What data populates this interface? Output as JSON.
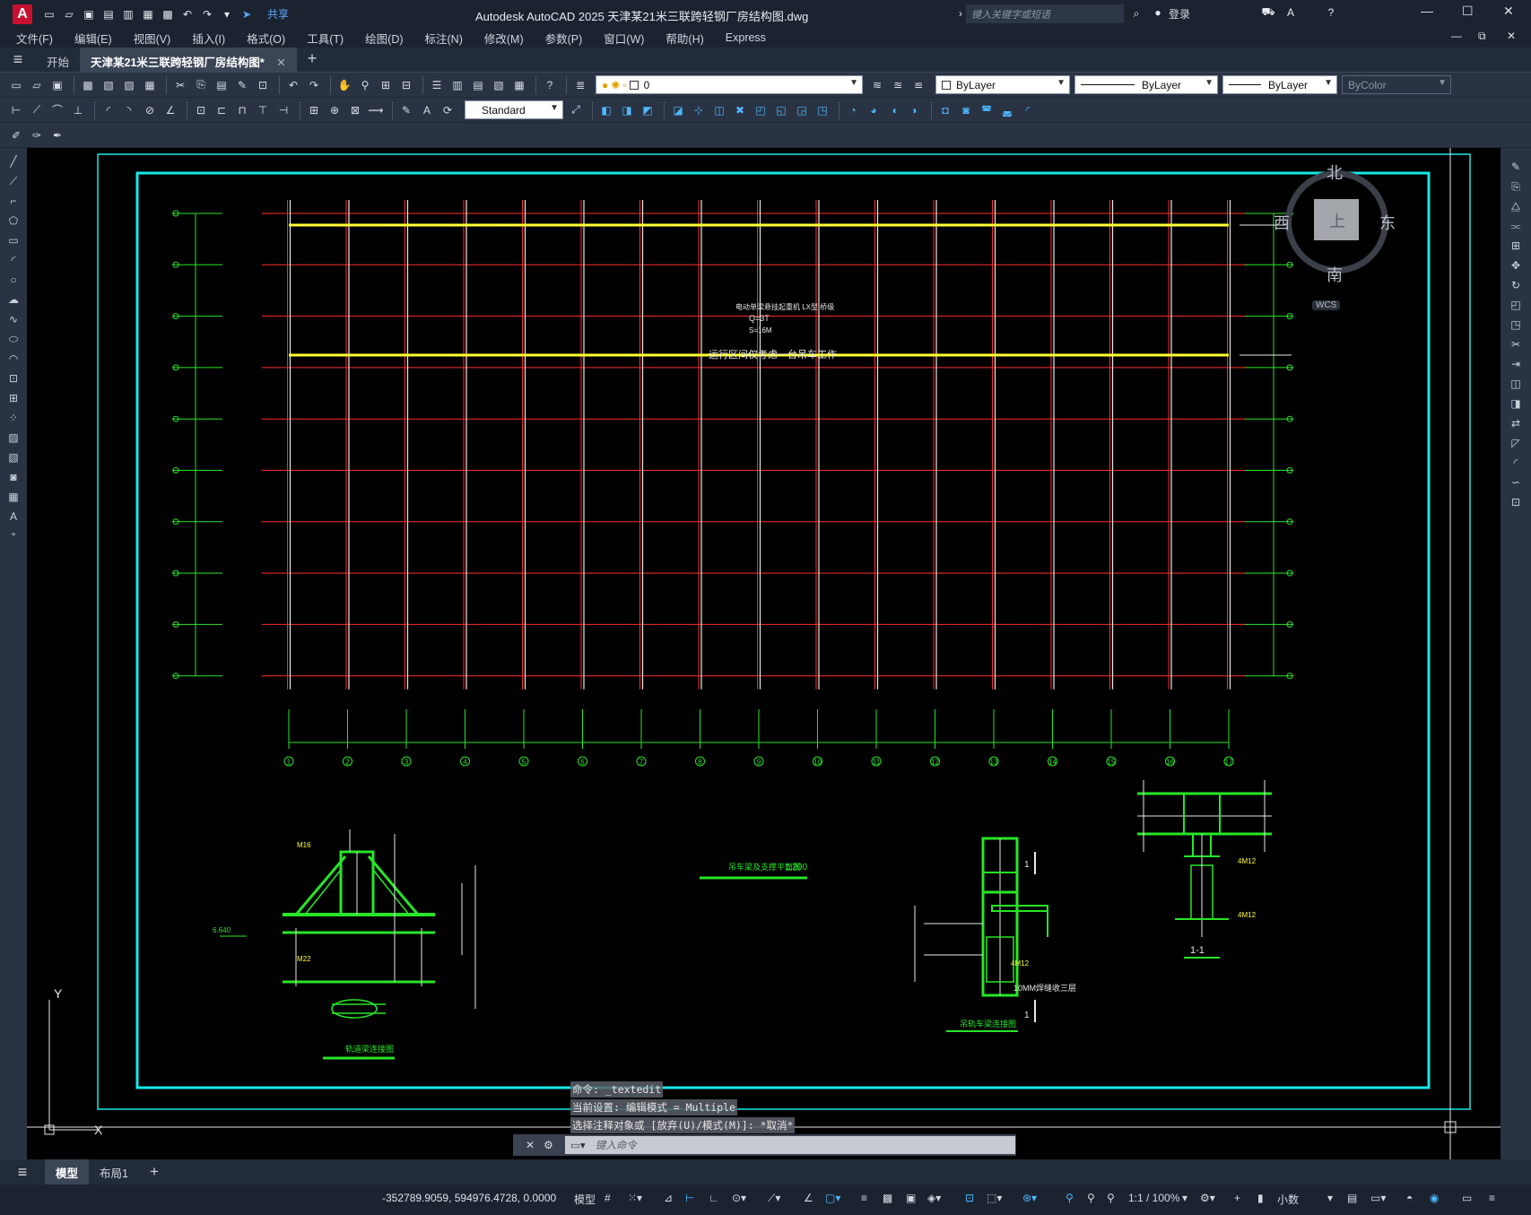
{
  "titlebar": {
    "logo": "A",
    "share_label": "共享",
    "title": "Autodesk AutoCAD 2025    天津某21米三联跨轻钢厂房结构图.dwg",
    "search_placeholder": "键入关键字或短语",
    "login_label": "登录"
  },
  "menu": [
    "文件(F)",
    "编辑(E)",
    "视图(V)",
    "插入(I)",
    "格式(O)",
    "工具(T)",
    "绘图(D)",
    "标注(N)",
    "修改(M)",
    "参数(P)",
    "窗口(W)",
    "帮助(H)",
    "Express"
  ],
  "tabs": {
    "start": "开始",
    "document": "天津某21米三联跨轻钢厂房结构图*"
  },
  "properties": {
    "layer_value": "0",
    "textstyle": "Standard",
    "color": "ByLayer",
    "linetype": "ByLayer",
    "lineweight": "ByLayer",
    "plotstyle": "ByColor"
  },
  "viewcube": {
    "north": "北",
    "south": "南",
    "east": "东",
    "west": "西",
    "top": "上",
    "wcs": "WCS"
  },
  "drawing": {
    "crane_note_1": "电动单梁悬挂起重机 LX型 桥级",
    "crane_note_2": "Q=3T",
    "crane_note_3": "S=16M",
    "crane_note_4": "运行区间仅考虑一台吊车工作",
    "plan_title": "吊车梁及支撑平面图",
    "plan_scale": "1:200",
    "detail_title_1": "轨道梁连接图",
    "detail_title_2": "吊轨车梁连接图",
    "detail_title_3": "1-1",
    "elev_label": "6.640",
    "section_mark": "1",
    "bolt_label_1": "M16",
    "bolt_label_2": "M22",
    "bolt_label_3": "4M12",
    "weld_note": "10MM焊缝收三层",
    "ucs_y": "Y",
    "ucs_x": "X",
    "axis_numbers": [
      "1",
      "2",
      "3",
      "4",
      "5",
      "6",
      "7",
      "8",
      "9",
      "10",
      "11",
      "12",
      "13",
      "14",
      "15",
      "16",
      "17"
    ]
  },
  "command": {
    "history_1": "命令: _textedit",
    "history_2": "当前设置: 编辑模式 = Multiple",
    "history_3": "选择注释对象或 [放弃(U)/模式(M)]: *取消*",
    "input_placeholder": "键入命令"
  },
  "layout_tabs": {
    "model": "模型",
    "layout1": "布局1"
  },
  "status": {
    "coords": "-352789.9059, 594976.4728, 0.0000",
    "model": "模型",
    "scale": "1:1 / 100%",
    "units": "小数"
  },
  "colors": {
    "grid_red": "#ff2d2d",
    "dim_green": "#27e627",
    "beam_yellow": "#ffff33",
    "frame_cyan": "#19e8e8",
    "column_white": "#e8e8e8"
  }
}
